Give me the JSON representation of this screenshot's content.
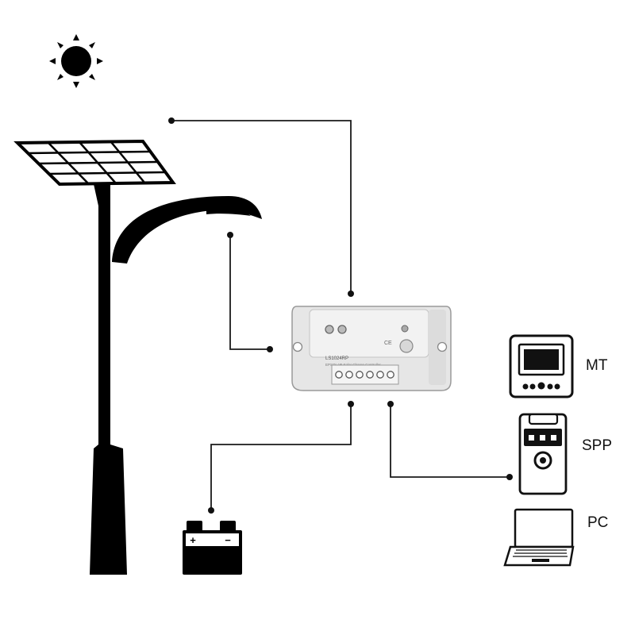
{
  "devices": {
    "meter_label": "MT",
    "spp_label": "SPP",
    "pc_label": "PC"
  },
  "controller": {
    "brand_text": "LS1024RP",
    "model_text": "EPSOLAR Solar Charge Controller",
    "cert_text": "CE"
  },
  "battery": {
    "plus": "+",
    "minus": "−"
  },
  "colors": {
    "line": "#1a1a1a",
    "silhouette": "#000000",
    "controller_body": "#e6e6e6"
  }
}
